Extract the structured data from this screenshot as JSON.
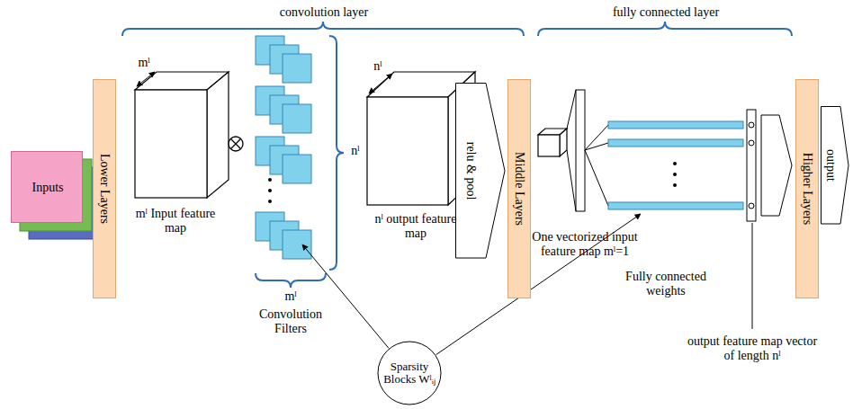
{
  "diagram": {
    "nodes": [
      {
        "text": [
          "Inputs"
        ]
      },
      {
        "text": [
          "Lower Layers"
        ]
      },
      {
        "text": [
          "relu & pool"
        ]
      },
      {
        "text": [
          "Middle Layers"
        ]
      },
      {
        "text": [
          "Higher Layers"
        ]
      },
      {
        "text": [
          "output"
        ]
      },
      {
        "text": [
          "Sparsity Blocks Wˡᵢⱼ"
        ]
      }
    ],
    "labels": [
      "convolution layer",
      "fully connected layer",
      "mˡ",
      "mˡ Input feature map",
      "nˡ",
      "mˡ",
      "Convolution Filters",
      "nˡ",
      "nˡ output feature map",
      "One vectorized input feature map mˡ=1",
      "Fully connected weights",
      "output feature map vector of length nˡ"
    ]
  }
}
